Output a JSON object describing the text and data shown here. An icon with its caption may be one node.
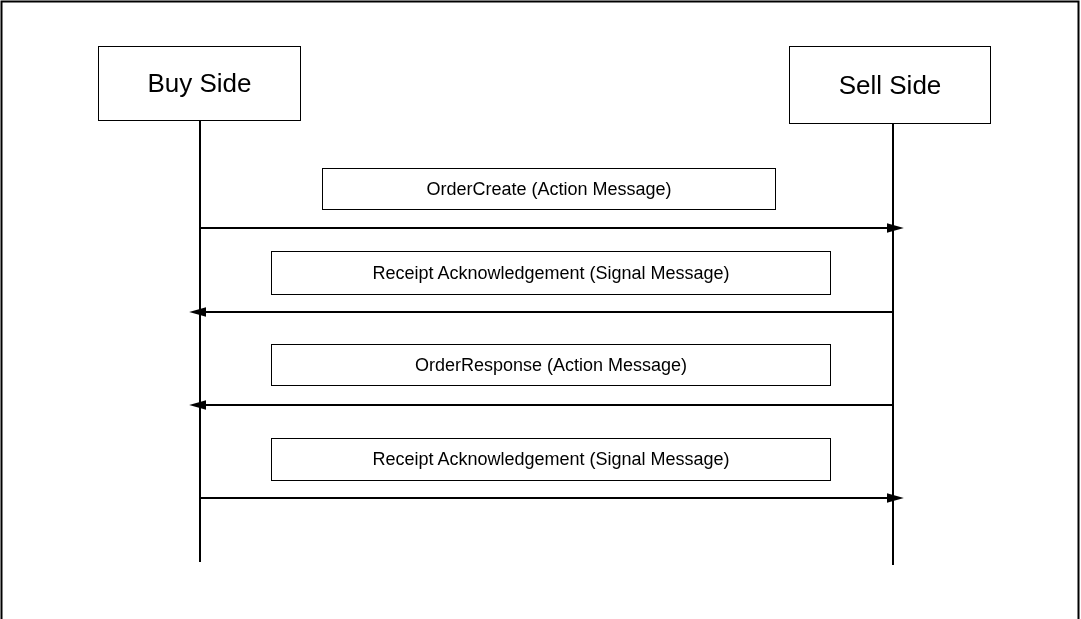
{
  "diagram": {
    "nodes": [
      {
        "text": [
          "Buy Side"
        ]
      },
      {
        "text": [
          "Sell Side"
        ]
      },
      {
        "text": [
          "OrderCreate (Action Message)"
        ]
      },
      {
        "text": [
          "Receipt Acknowledgement (Signal Message)"
        ]
      },
      {
        "text": [
          "OrderResponse (Action Message)"
        ]
      },
      {
        "text": [
          "Receipt Acknowledgement (Signal Message)"
        ]
      }
    ],
    "edges": [
      {
        "from": 0,
        "to": 1,
        "arrow": "to"
      },
      {
        "from": 1,
        "to": 0,
        "arrow": "to"
      },
      {
        "from": 1,
        "to": 0,
        "arrow": "to"
      },
      {
        "from": 0,
        "to": 1,
        "arrow": "to"
      }
    ]
  }
}
